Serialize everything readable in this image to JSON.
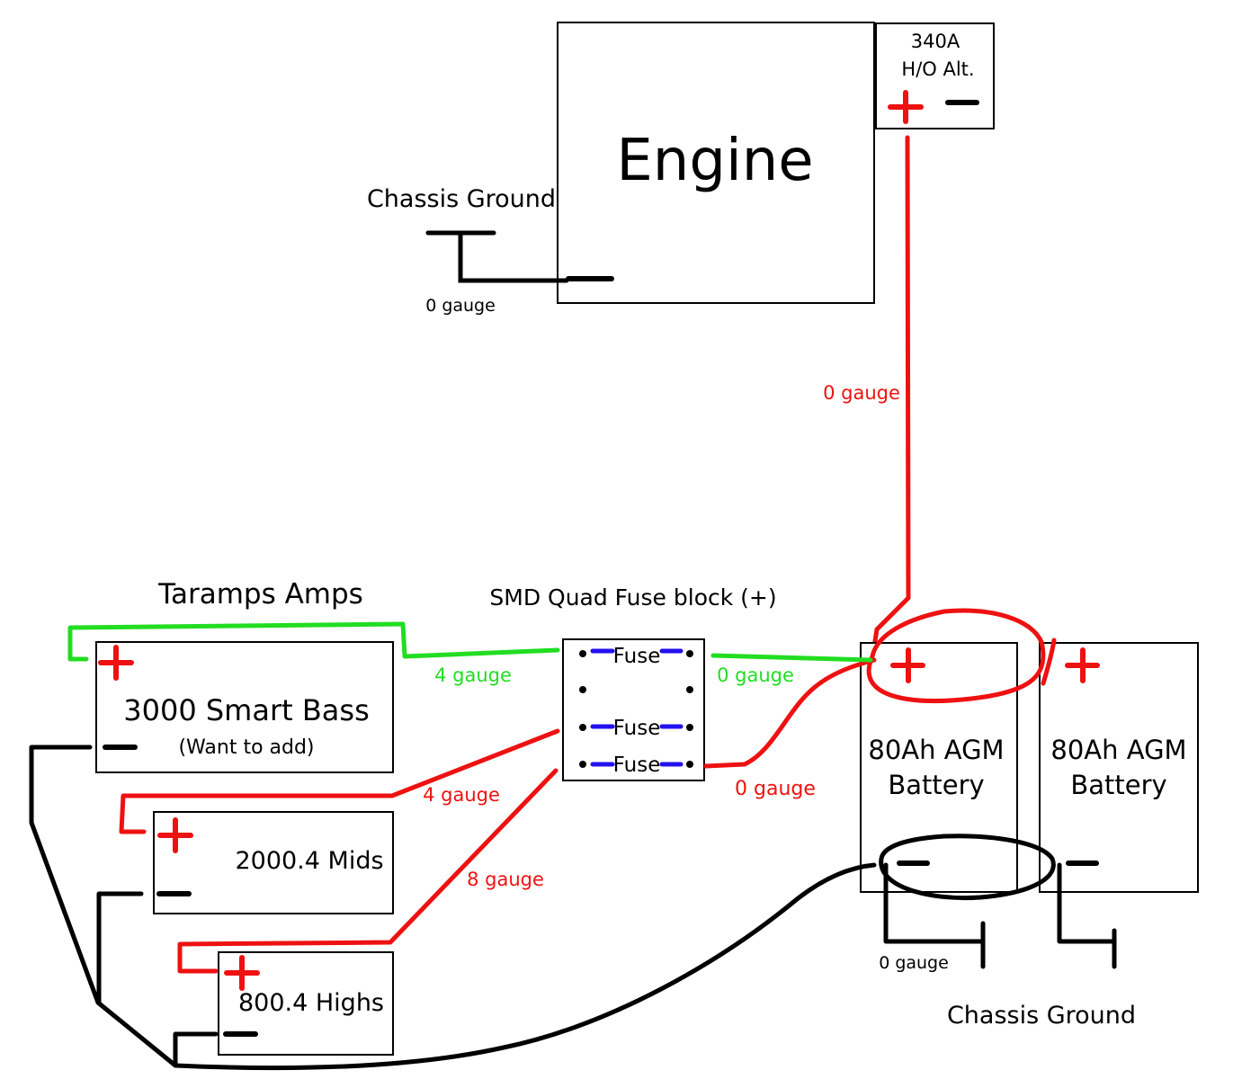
{
  "colors": {
    "positive": "#ee1111",
    "negative": "#000000",
    "green": "#22dd22",
    "fuse_contact": "#2211ee"
  },
  "engine": {
    "label": "Engine"
  },
  "alternator": {
    "label_line1": "340A",
    "label_line2": "H/O Alt."
  },
  "top_ground": {
    "label": "Chassis Ground",
    "gauge": "0 gauge"
  },
  "alt_wire": {
    "gauge": "0 gauge"
  },
  "amps_title": "Taramps Amps",
  "fuse_block": {
    "title": "SMD Quad Fuse block (+)",
    "fuse_label": "Fuse"
  },
  "amps": [
    {
      "name": "3000 Smart Bass",
      "note": "(Want to add)"
    },
    {
      "name": "2000.4 Mids"
    },
    {
      "name": "800.4 Highs"
    }
  ],
  "batteries": [
    {
      "line1": "80Ah AGM",
      "line2": "Battery"
    },
    {
      "line1": "80Ah AGM",
      "line2": "Battery"
    }
  ],
  "wires": {
    "bass_feed": "4 gauge",
    "block_to_battery": "0 gauge",
    "mids_feed": "4 gauge",
    "highs_feed": "8 gauge",
    "block_out": "0 gauge",
    "battery_ground": "0 gauge"
  },
  "bottom_ground": {
    "label": "Chassis Ground"
  },
  "symbols": {
    "plus": "+",
    "minus": "−"
  }
}
